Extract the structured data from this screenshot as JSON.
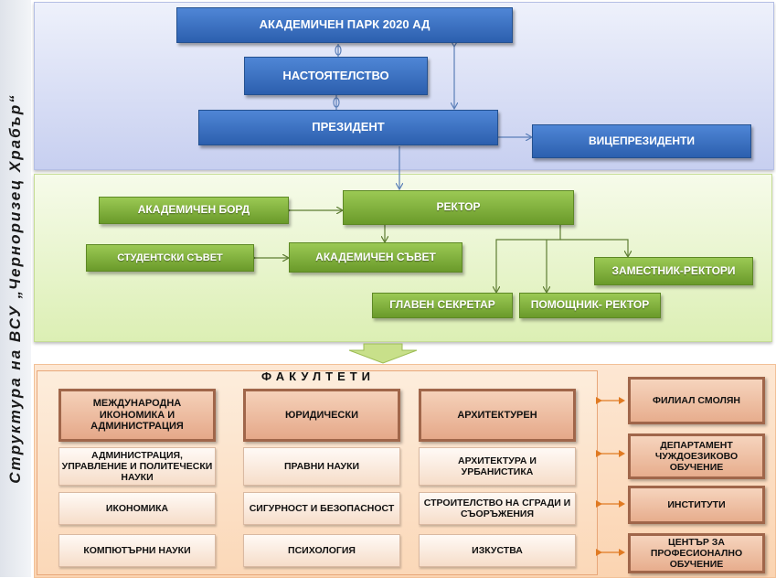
{
  "title": "Структура на ВСУ „Черноризец Храбър“",
  "top": {
    "park": "АКАДЕМИЧЕН ПАРК 2020 АД",
    "board": "НАСТОЯТЕЛСТВО",
    "president": "ПРЕЗИДЕНТ",
    "vicepresidents": "ВИЦЕПРЕЗИДЕНТИ"
  },
  "middle": {
    "rector": "РЕКТОР",
    "academic_board": "АКАДЕМИЧЕН БОРД",
    "student_council": "СТУДЕНТСКИ СЪВЕТ",
    "academic_council": "АКАДЕМИЧЕН СЪВЕТ",
    "vice_rectors": "ЗАМЕСТНИК-РЕКТОРИ",
    "chief_secretary": "ГЛАВЕН СЕКРЕТАР",
    "assistant_rector": "ПОМОЩНИК- РЕКТОР"
  },
  "faculties": {
    "title": "ФАКУЛТЕТИ",
    "col1": {
      "head": "МЕЖДУНАРОДНА ИКОНОМИКА И АДМИНИСТРАЦИЯ",
      "items": [
        "АДМИНИСТРАЦИЯ, УПРАВЛЕНИЕ И ПОЛИТЕЧЕСКИ НАУКИ",
        "ИКОНОМИКА",
        "КОМПЮТЪРНИ НАУКИ"
      ]
    },
    "col2": {
      "head": "ЮРИДИЧЕСКИ",
      "items": [
        "ПРАВНИ НАУКИ",
        "СИГУРНОСТ И БЕЗОПАСНОСТ",
        "ПСИХОЛОГИЯ"
      ]
    },
    "col3": {
      "head": "АРХИТЕКТУРЕН",
      "items": [
        "АРХИТЕКТУРА И УРБАНИСТИКА",
        "СТРОИТЕЛСТВО НА СГРАДИ И СЪОРЪЖЕНИЯ",
        "ИЗКУСТВА"
      ]
    }
  },
  "side_units": [
    "ФИЛИАЛ СМОЛЯН",
    "ДЕПАРТАМЕНТ ЧУЖДОЕЗИКОВО ОБУЧЕНИЕ",
    "ИНСТИТУТИ",
    "ЦЕНТЪР ЗА ПРОФЕСИОНАЛНО ОБУЧЕНИЕ"
  ],
  "colors": {
    "blue": "#3a6fc0",
    "green": "#7fb03a",
    "orange": "#fbd4b1",
    "brown_border": "#a0664a"
  }
}
